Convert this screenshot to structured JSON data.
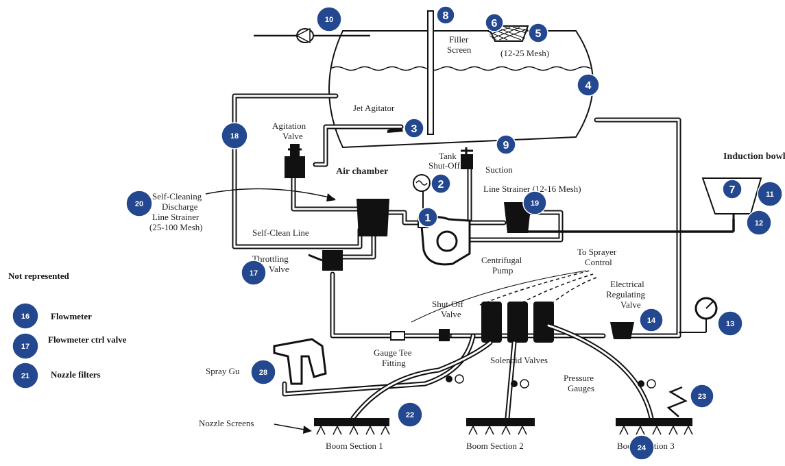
{
  "labels": {
    "filler_screen_1": "Filler",
    "filler_screen_2": "Screen",
    "mesh_12_25": "(12-25 Mesh)",
    "jet_agitator": "Jet Agitator",
    "agitation_valve_1": "Agitation",
    "agitation_valve_2": "Valve",
    "tank_shutoff_1": "Tank",
    "tank_shutoff_2": "Shut-Off",
    "air_chamber": "Air chamber",
    "suction": "Suction",
    "line_strainer": "Line Strainer (12-16 Mesh)",
    "induction_bowl": "Induction bowl",
    "self_cleaning_1": "Self-Cleaning",
    "self_cleaning_2": "Discharge",
    "self_cleaning_3": "Line Strainer",
    "self_cleaning_4": "(25-100 Mesh)",
    "self_clean_line": "Self-Clean Line",
    "throttling_1": "Throttling",
    "throttling_2": "Valve",
    "centrifugal_1": "Centrifugal",
    "centrifugal_2": "Pump",
    "to_sprayer_1": "To Sprayer",
    "to_sprayer_2": "Control",
    "electrical_1": "Electrical",
    "electrical_2": "Regulating",
    "electrical_3": "Valve",
    "shutoff_valve_1": "Shut-Off",
    "shutoff_valve_2": "Valve",
    "gauge_tee_1": "Gauge Tee",
    "gauge_tee_2": "Fitting",
    "solenoid_valves": "Solenoid Valves",
    "pressure_gauges_1": "Pressure",
    "pressure_gauges_2": "Gauges",
    "spray_gun": "Spray Gu",
    "nozzle_screens": "Nozzle Screens",
    "boom_1": "Boom Section 1",
    "boom_2": "Boom Section 2",
    "boom_3": "Boom Section 3"
  },
  "badges": [
    "1",
    "2",
    "3",
    "4",
    "5",
    "6",
    "7",
    "8",
    "9",
    "10",
    "11",
    "12",
    "13",
    "14",
    "17",
    "18",
    "19",
    "20",
    "22",
    "23",
    "24",
    "28"
  ],
  "legend": {
    "title": "Not represented",
    "items": [
      {
        "number": "16",
        "label": "Flowmeter"
      },
      {
        "number": "17",
        "label": "Flowmeter ctrl valve"
      },
      {
        "number": "21",
        "label": "Nozzle filters"
      }
    ]
  },
  "colors": {
    "badge": "#24488f",
    "line": "#111111"
  }
}
